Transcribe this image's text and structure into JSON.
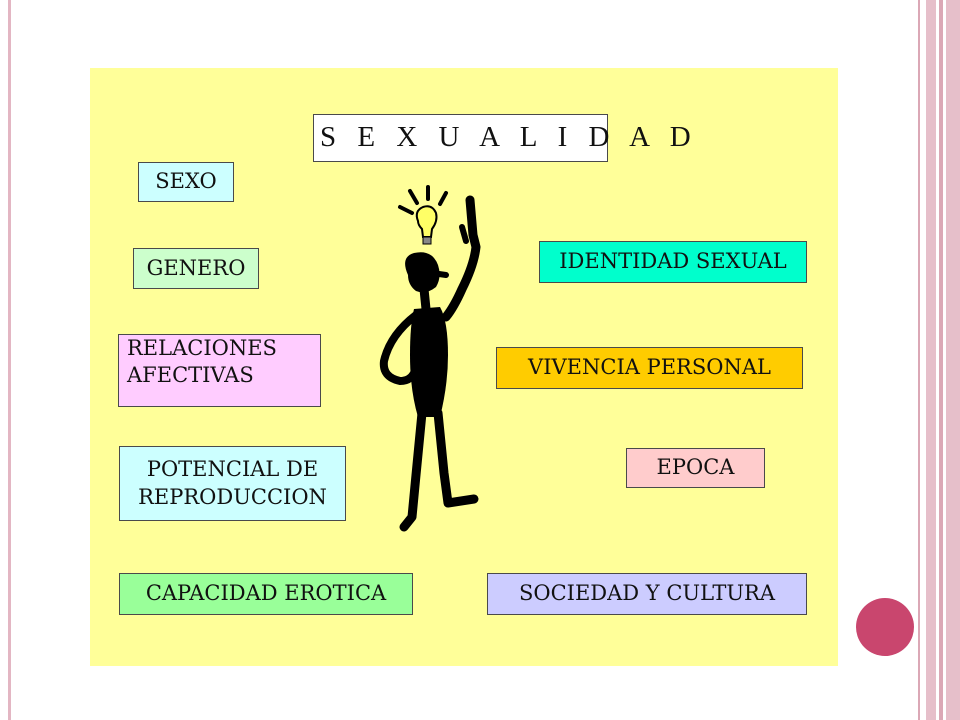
{
  "diagram": {
    "title": "S E X U A L I D A D",
    "items": [
      {
        "label": "SEXO",
        "color": "#ccffff"
      },
      {
        "label": "GENERO",
        "color": "#ccffcc"
      },
      {
        "label": "RELACIONES AFECTIVAS",
        "lines": [
          "RELACIONES",
          "AFECTIVAS"
        ],
        "color": "#ffccff"
      },
      {
        "label": "POTENCIAL DE REPRODUCCION",
        "lines": [
          "POTENCIAL DE",
          "REPRODUCCION"
        ],
        "color": "#ccffff"
      },
      {
        "label": "CAPACIDAD EROTICA",
        "color": "#99ff99"
      },
      {
        "label": "IDENTIDAD SEXUAL",
        "color": "#00ffcc"
      },
      {
        "label": "VIVENCIA PERSONAL",
        "color": "#ffcc00"
      },
      {
        "label": "EPOCA",
        "color": "#ffcccc"
      },
      {
        "label": "SOCIEDAD Y CULTURA",
        "color": "#ccccff"
      }
    ]
  },
  "colors": {
    "panel": "#ffff99",
    "accent_dot": "#c9466e",
    "frame": "#dba8b6",
    "bulb": "#ffff66"
  },
  "icons": [
    "stick-figure-thinking-icon",
    "light-bulb-icon"
  ]
}
